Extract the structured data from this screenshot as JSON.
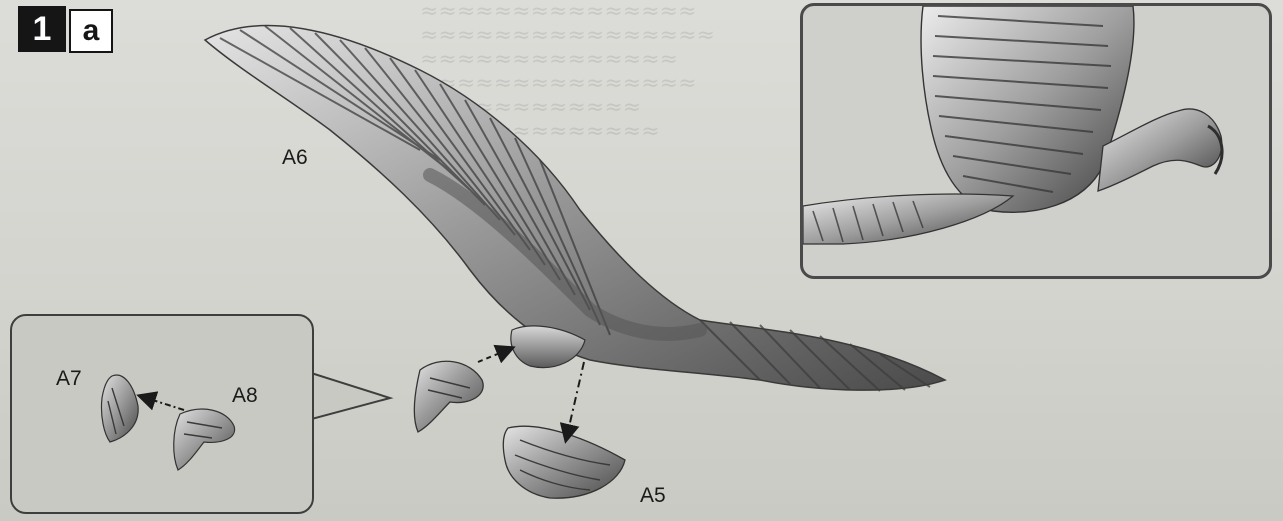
{
  "step": {
    "number": "1",
    "letter": "a"
  },
  "parts": {
    "wing": "A6",
    "beak_assembly": "A7",
    "head": "A8",
    "body_underside": "A5"
  },
  "colors": {
    "background": "#d6d6d1",
    "badge": "#151515",
    "metal_light": "#c9c9c9",
    "metal_dark": "#3a3a3a",
    "frame": "#4a4a4a"
  },
  "icons": {
    "arrow": "dashed-arrow",
    "arrow_dotted": "dot-dash-arrow"
  }
}
